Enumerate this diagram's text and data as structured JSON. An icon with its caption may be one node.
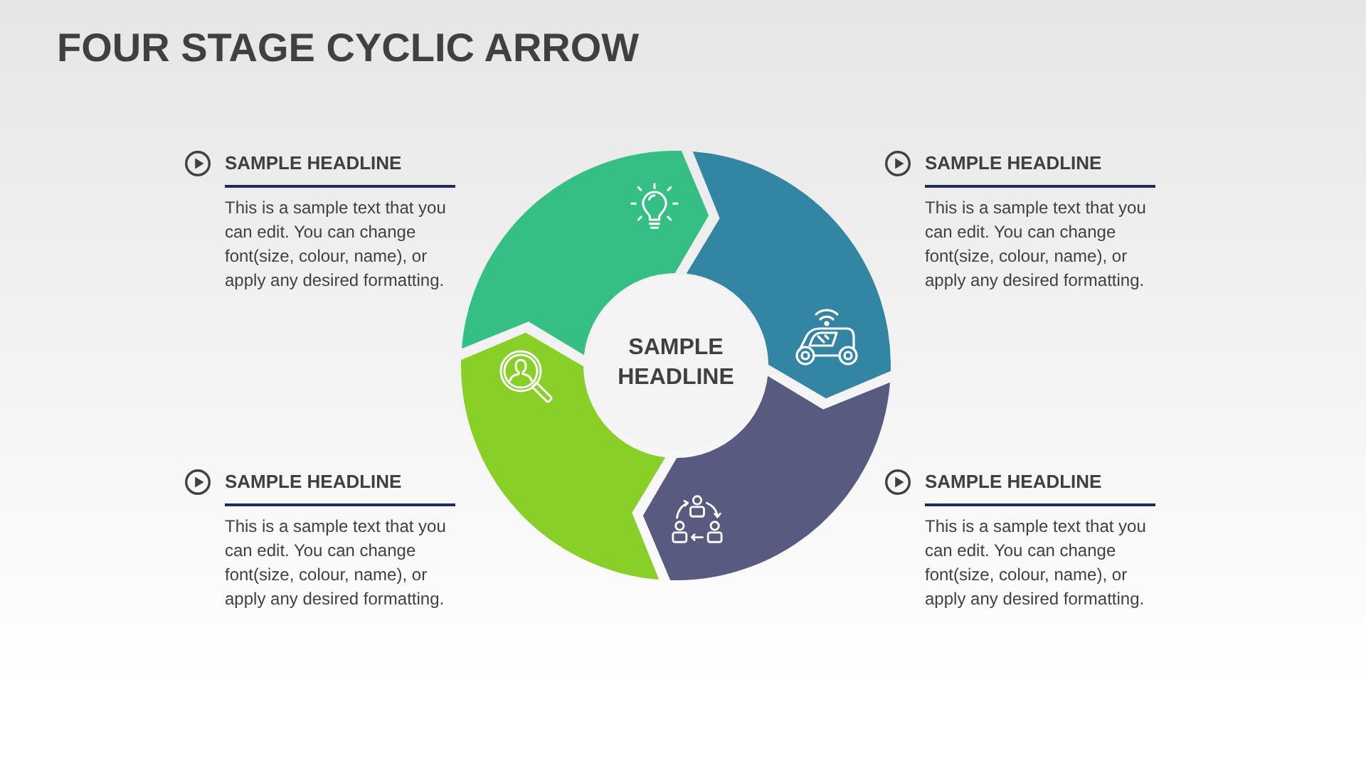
{
  "diagram": {
    "title": "FOUR STAGE CYCLIC ARROW",
    "nodes": [
      {
        "text": [],
        "shape": "arrow",
        "beside": [
          "SAMPLE HEADLINE",
          "This is a sample text that you can edit. You can change font(size, colour, name), or apply any desired formatting."
        ]
      },
      {
        "text": [],
        "shape": "arrow",
        "beside": [
          "SAMPLE HEADLINE",
          "This is a sample text that you can edit. You can change font(size, colour, name), or apply any desired formatting."
        ]
      },
      {
        "text": [
          "SAMPLE HEADLINE"
        ]
      },
      {
        "text": [],
        "shape": "arrow",
        "beside": [
          "SAMPLE HEADLINE",
          "This is a sample text that you can edit. You can change font(size, colour, name), or apply any desired formatting."
        ]
      },
      {
        "text": [],
        "shape": "arrow",
        "beside": [
          "SAMPLE HEADLINE",
          "This is a sample text that you can edit. You can change font(size, colour, name), or apply any desired formatting."
        ]
      }
    ]
  }
}
